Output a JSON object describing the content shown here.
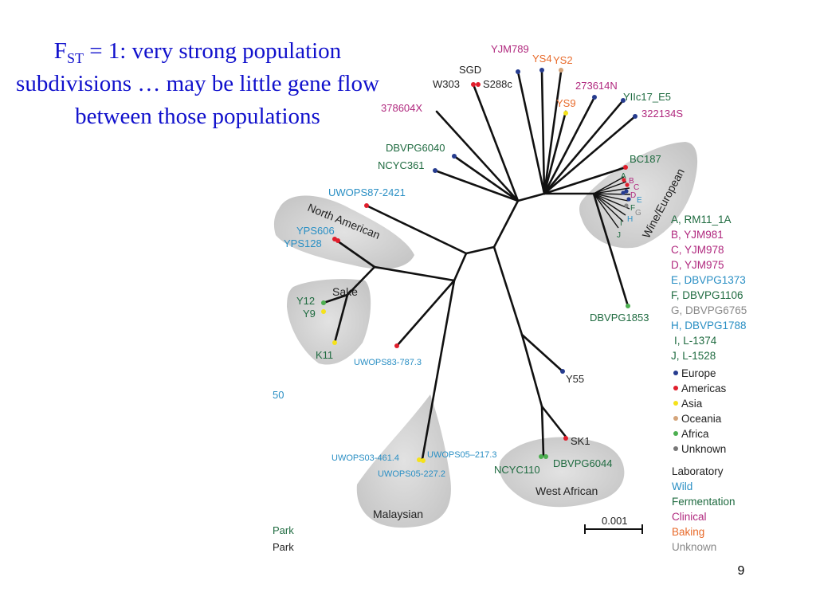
{
  "colors": {
    "title": "#1010cc",
    "laboratory": "#222222",
    "wild": "#2a8fc4",
    "fermentation": "#1f6b40",
    "clinical": "#b0287e",
    "baking": "#e86a2a",
    "unknown": "#888888",
    "europe": "#263c8f",
    "americas": "#e01e2c",
    "asia": "#f5e21a",
    "oceania": "#d4a47a",
    "africa": "#4caf50",
    "unknown_region": "#777777",
    "shade": "#cccccc",
    "branch": "#111111"
  },
  "title": {
    "lead": "F",
    "sub": "ST",
    "rest": " = 1:  very strong population subdivisions … may be little gene flow between those populations"
  },
  "clades": {
    "north_american": "North American",
    "sake": "Sake",
    "malaysian": "Malaysian",
    "west_african": "West African",
    "wine_european": "Wine/European"
  },
  "strains": {
    "yjm789": "YJM789",
    "ys4": "YS4",
    "ys2": "YS2",
    "sgd": "SGD",
    "w303": "W303",
    "s288c": "S288c",
    "s273614n": "273614N",
    "yiic17": "YIIc17_E5",
    "ys9": "YS9",
    "s378604x": "378604X",
    "s322134s": "322134S",
    "dbvpg6040": "DBVPG6040",
    "ncyc361": "NCYC361",
    "bc187": "BC187",
    "uwops87": "UWOPS87-2421",
    "yps606": "YPS606",
    "yps128": "YPS128",
    "y12": "Y12",
    "y9": "Y9",
    "k11": "K11",
    "uwops83": "UWOPS83-787.3",
    "dbvpg1853": "DBVPG1853",
    "y55": "Y55",
    "sk1": "SK1",
    "uwops03": "UWOPS03-461.4",
    "uwops05a": "UWOPS05–217.3",
    "uwops05b": "UWOPS05-227.2",
    "ncyc110": "NCYC110",
    "dbvpg6044": "DBVPG6044"
  },
  "cluster_letters": [
    "A",
    "B",
    "C",
    "D",
    "E",
    "F",
    "G",
    "H",
    "I",
    "J"
  ],
  "key_strains": [
    "A, RM11_1A",
    "B, YJM981",
    "C, YJM978",
    "D, YJM975",
    "E, DBVPG1373",
    "F, DBVPG1106",
    "G, DBVPG6765",
    "H, DBVPG1788",
    "I, L-1374",
    "J, L-1528"
  ],
  "regions": [
    "Europe",
    "Americas",
    "Asia",
    "Oceania",
    "Africa",
    "Unknown"
  ],
  "sources": [
    "Laboratory",
    "Wild",
    "Fermentation",
    "Clinical",
    "Baking",
    "Unknown"
  ],
  "scale_bar": "0.001",
  "cropped_left": {
    "fragment_50": "50",
    "park1": "Park",
    "park2": "Park"
  },
  "page_number": "9"
}
